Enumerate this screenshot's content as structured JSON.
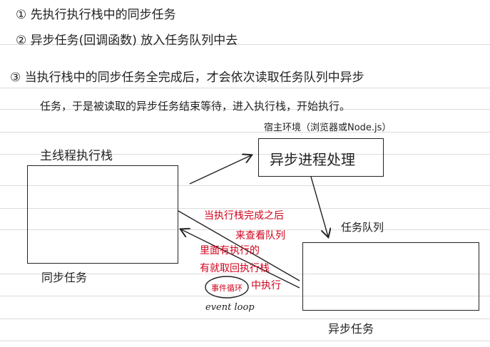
{
  "notes": {
    "line1": "① 先执行执行栈中的同步任务",
    "line2": "② 异步任务(回调函数) 放入任务队列中去",
    "line3": "③ 当执行栈中的同步任务全完成后，才会依次读取任务队列中异步",
    "line4": "任务，于是被读取的异步任务结束等待，进入执行栈，开始执行。"
  },
  "diagram": {
    "host_env_label": "宿主环境（浏览器或Node.js）",
    "main_thread_label": "主线程执行栈",
    "async_process_label": "异步进程处理",
    "task_queue_label": "任务队列",
    "sync_tasks_label": "同步任务",
    "async_tasks_label": "异步任务",
    "annotation_line1": "当执行栈完成之后",
    "annotation_line2": "来查看队列",
    "annotation_line3": "里面有执行的",
    "annotation_line4": "有就取回执行栈",
    "annotation_line5": "事件循环",
    "annotation_line6": "中执行",
    "event_loop_label": "event loop",
    "ink_color": "#222222",
    "annotation_color": "#d0021b"
  }
}
